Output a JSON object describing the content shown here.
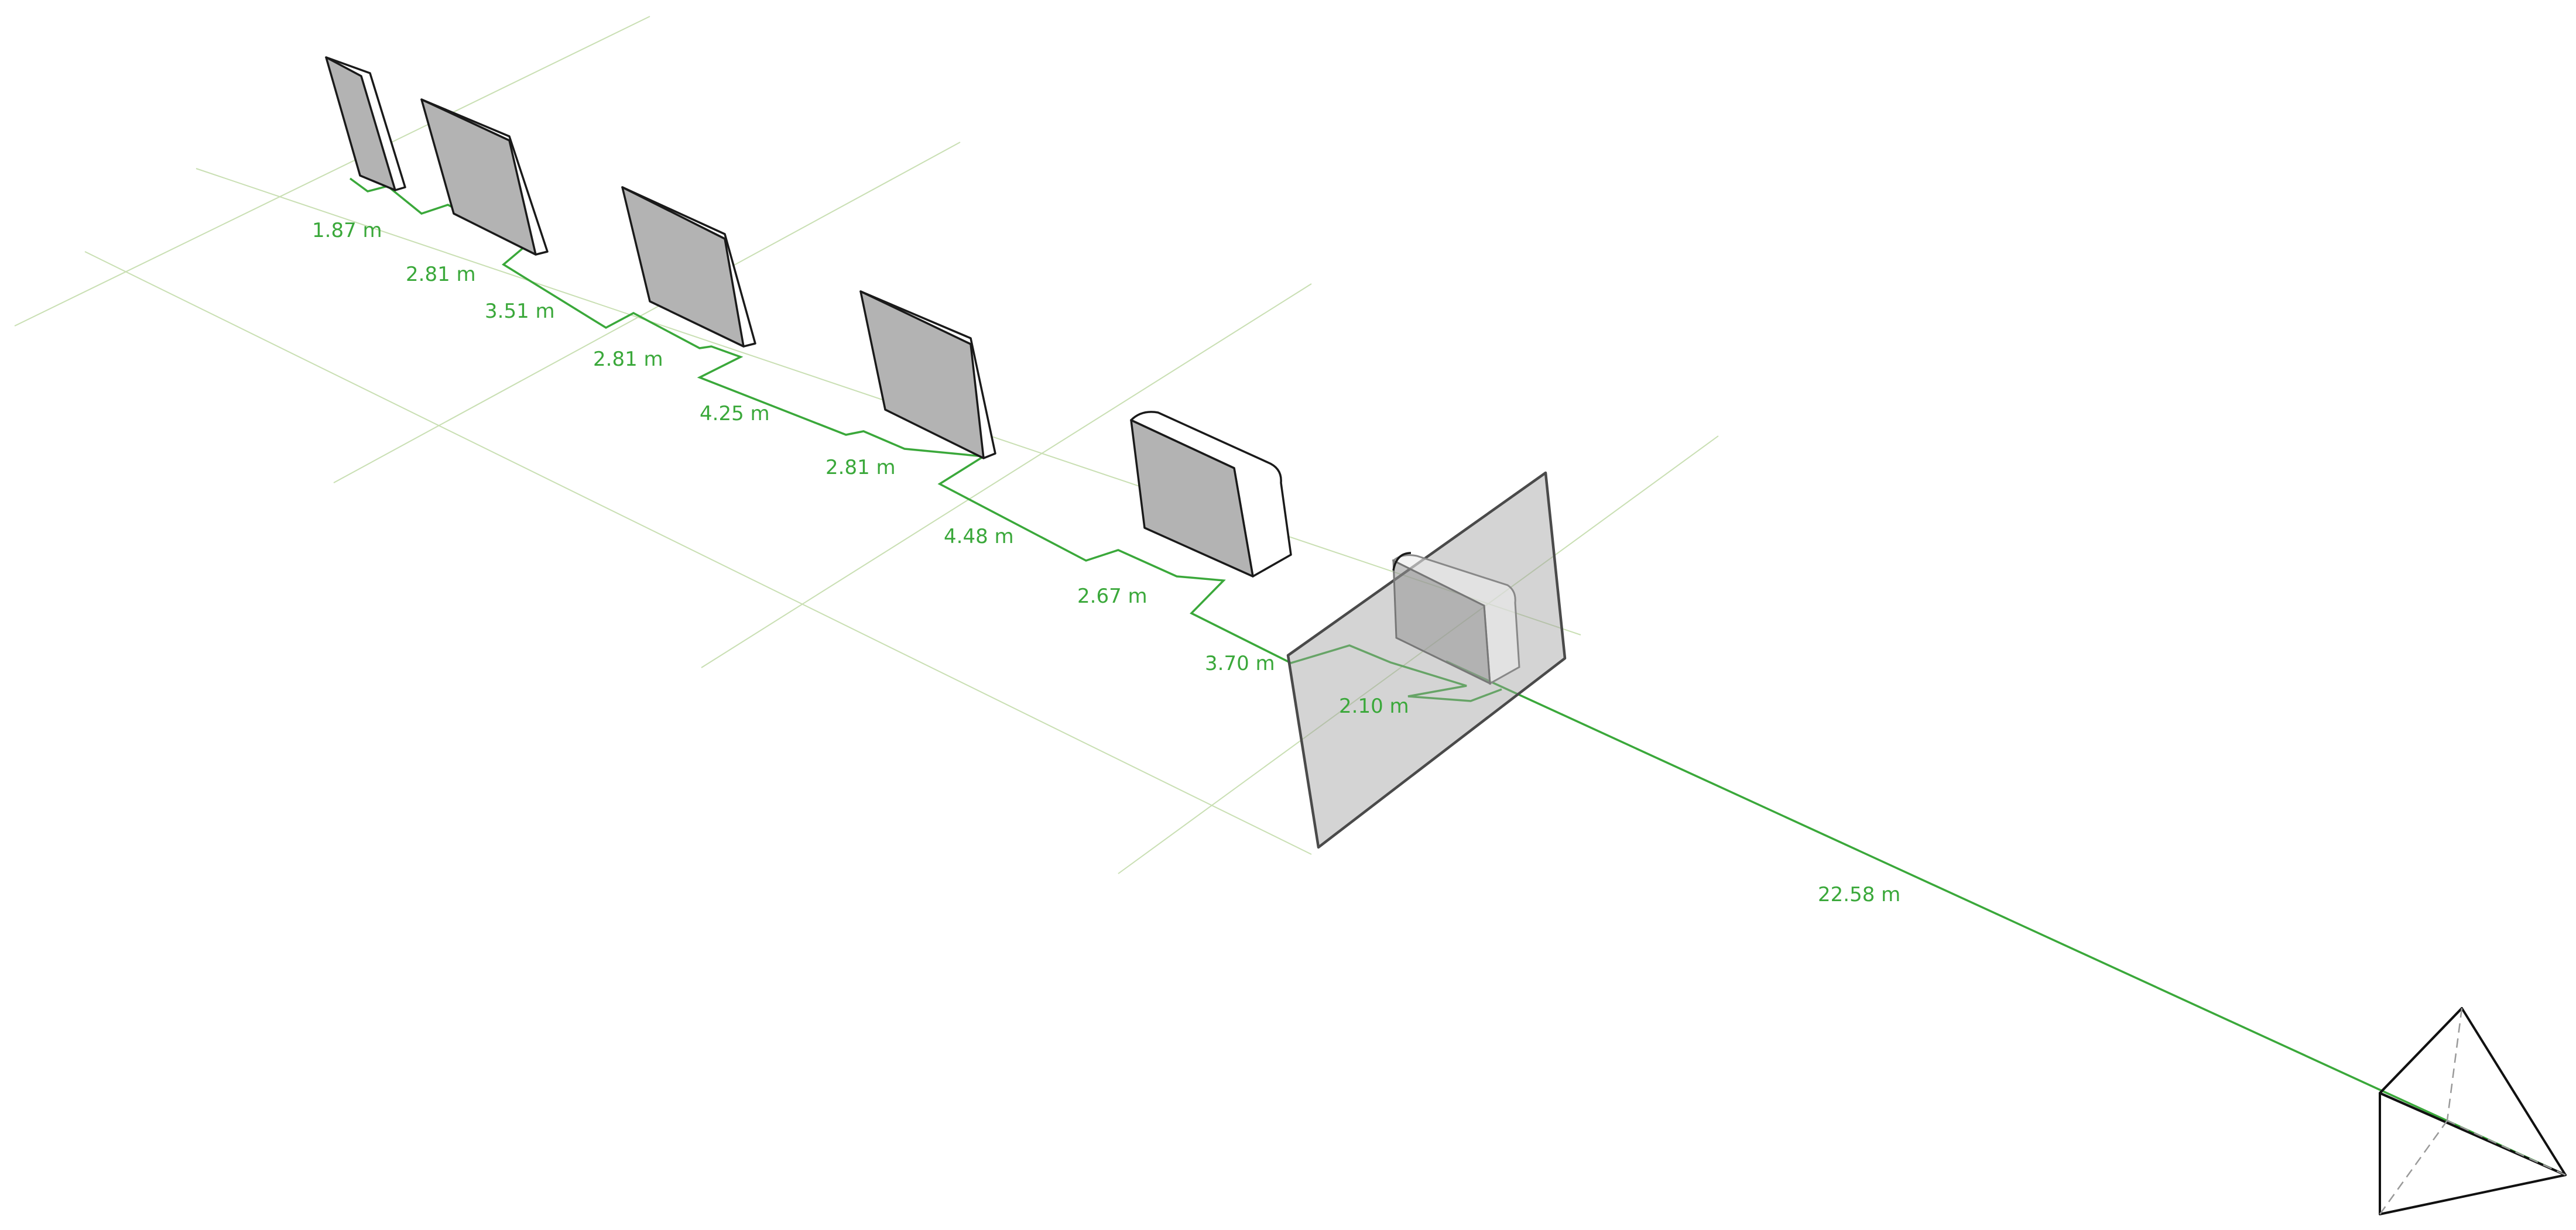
{
  "labels": {
    "d1": "1.87 m",
    "d2": "2.81 m",
    "d3": "3.51 m",
    "d4": "2.81 m",
    "d5": "4.25 m",
    "d6": "2.81 m",
    "d7": "4.48 m",
    "d8": "2.67 m",
    "d9": "3.70 m",
    "d10": "2.10 m",
    "d11": "22.58 m"
  },
  "colors": {
    "dimension": "#3aa83a",
    "guide": "#c9dfb3",
    "panel_face": "#b3b3b3",
    "outline": "#1a1a1a"
  },
  "icons": {
    "camera": "camera-frustum-icon"
  }
}
